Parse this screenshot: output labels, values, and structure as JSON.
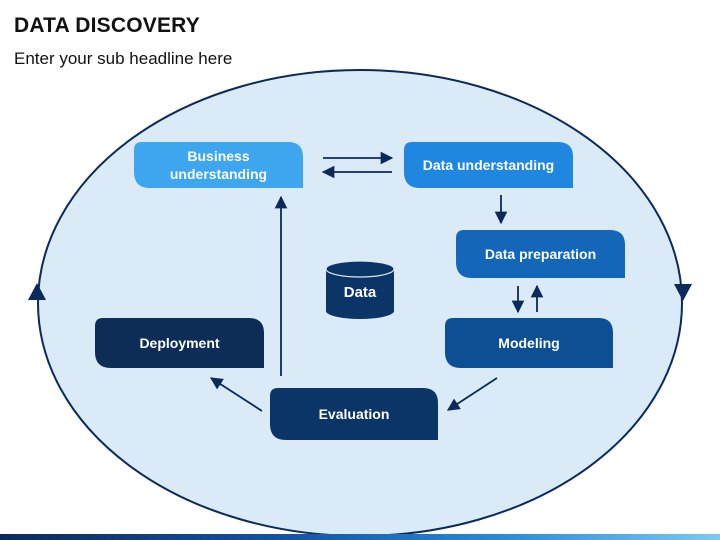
{
  "header": {
    "title": "DATA DISCOVERY",
    "subtitle": "Enter your sub headline here"
  },
  "diagram": {
    "center_label": "Data",
    "steps": {
      "business_understanding": "Business understanding",
      "data_understanding": "Data understanding",
      "data_preparation": "Data preparation",
      "modeling": "Modeling",
      "evaluation": "Evaluation",
      "deployment": "Deployment"
    }
  },
  "colors": {
    "ellipse_fill": "#daeaf7",
    "ellipse_stroke": "#0b2a5a",
    "step_light": "#3ea6ee",
    "step_medium": "#1f87e0",
    "step_blue": "#1366b8",
    "step_dark": "#0d4f95",
    "step_navy": "#0b3566",
    "step_deep": "#0d2d57",
    "arrow": "#0b2a5a"
  }
}
